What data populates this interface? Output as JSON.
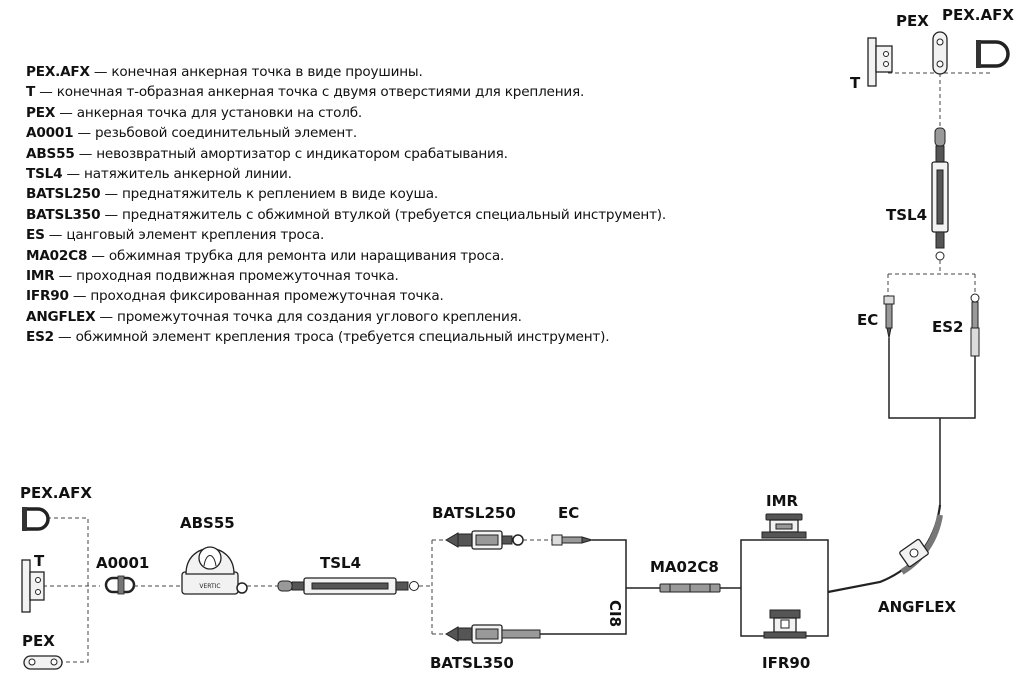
{
  "legend": [
    {
      "code": "PEX.AFX",
      "text": " — конечная анкерная точка в виде проушины."
    },
    {
      "code": "T",
      "text": " — конечная т-образная анкерная точка с двумя отверстиями для крепления."
    },
    {
      "code": "PEX",
      "text": " — анкерная точка для установки на столб."
    },
    {
      "code": "A0001",
      "text": " — резьбовой соединительный элемент."
    },
    {
      "code": "ABS55",
      "text": " — невозвратный амортизатор с индикатором срабатывания."
    },
    {
      "code": "TSL4",
      "text": " — натяжитель анкерной линии."
    },
    {
      "code": "BATSL250",
      "text": " — преднатяжитель к реплением в виде коуша."
    },
    {
      "code": "BATSL350",
      "text": " — преднатяжитель с обжимной втулкой (требуется специальный инструмент)."
    },
    {
      "code": "ES",
      "text": " — цанговый элемент крепления троса."
    },
    {
      "code": "MA02C8",
      "text": " — обжимная трубка для ремонта или наращивания троса."
    },
    {
      "code": "IMR",
      "text": " — проходная подвижная промежуточная точка."
    },
    {
      "code": "IFR90",
      "text": " — проходная фиксированная промежуточная точка."
    },
    {
      "code": "ANGFLEX",
      "text": " — промежуточная точка для создания углового крепления."
    },
    {
      "code": "ES2",
      "text": " — обжимной элемент крепления троса (требуется специальный инструмент)."
    }
  ],
  "labels": {
    "top_pex": "PEX",
    "top_pex_afx": "PEX.AFX",
    "top_t": "T",
    "top_tsl4": "TSL4",
    "ec_right": "EC",
    "es2": "ES2",
    "left_pex_afx": "PEX.AFX",
    "left_t": "T",
    "left_pex": "PEX",
    "a0001": "A0001",
    "abs55": "ABS55",
    "tsl4": "TSL4",
    "batsl250": "BATSL250",
    "ec": "EC",
    "ci8": "CI8",
    "ma02c8": "MA02C8",
    "imr": "IMR",
    "ifr90": "IFR90",
    "angflex": "ANGFLEX",
    "batsl350": "BATSL350",
    "abs55_brand": "VERTIC"
  }
}
